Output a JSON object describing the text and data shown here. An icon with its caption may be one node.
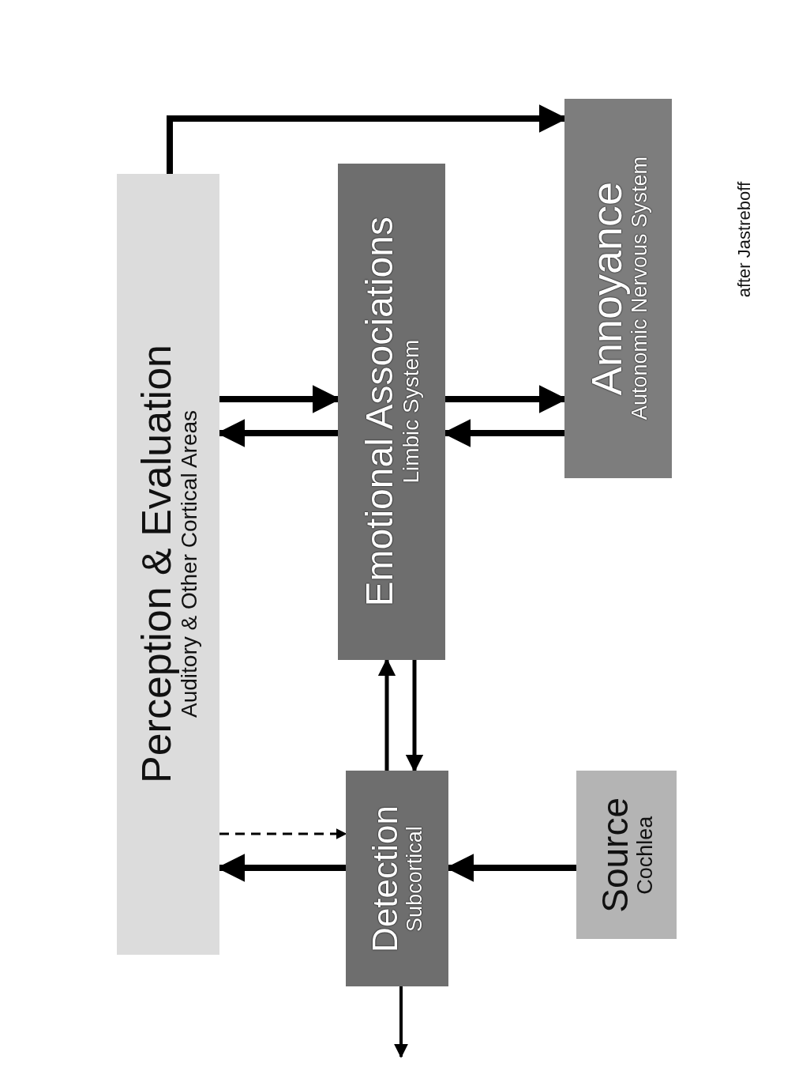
{
  "diagram": {
    "nodes": [
      {
        "text": [
          "Perception & Evaluation",
          "Auditory & Other Cortical Areas"
        ]
      },
      {
        "text": [
          "Emotional Associations",
          "Limbic System"
        ]
      },
      {
        "text": [
          "Annoyance",
          "Autonomic Nervous System"
        ]
      },
      {
        "text": [
          "Detection",
          "Subcortical"
        ]
      },
      {
        "text": [
          "Source",
          "Cochlea"
        ]
      }
    ],
    "edges": [
      {
        "from": 0,
        "to": 2,
        "arrow": "to"
      },
      {
        "from": 0,
        "to": 1,
        "arrow": "to"
      },
      {
        "from": 1,
        "to": 0,
        "arrow": "to"
      },
      {
        "from": 1,
        "to": 2,
        "arrow": "to"
      },
      {
        "from": 2,
        "to": 1,
        "arrow": "to"
      },
      {
        "from": 3,
        "to": 1,
        "arrow": "to"
      },
      {
        "from": 1,
        "to": 3,
        "arrow": "to"
      },
      {
        "from": 0,
        "to": 3,
        "arrow": "to",
        "style": "dashed"
      },
      {
        "from": 3,
        "to": 0,
        "arrow": "to"
      },
      {
        "from": 4,
        "to": 3,
        "arrow": "to"
      },
      {
        "from": 3,
        "to": null,
        "arrow": "to"
      }
    ],
    "labels": [
      "after Jastreboff"
    ]
  }
}
